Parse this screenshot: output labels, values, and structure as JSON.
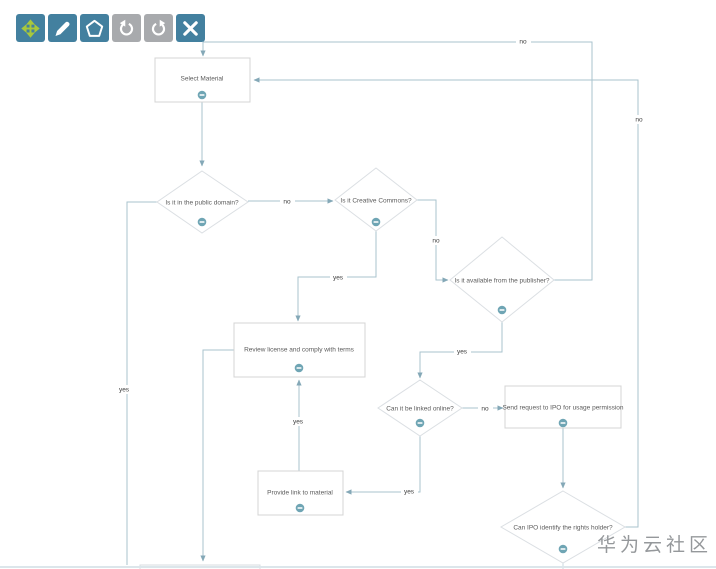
{
  "toolbar": {
    "buttons": [
      {
        "id": "move",
        "icon": "move-arrows-icon",
        "bg": "#43809F",
        "icon_color": "#A9C83B"
      },
      {
        "id": "draw",
        "icon": "pencil-icon",
        "bg": "#43809F",
        "icon_color": "#FFFFFF"
      },
      {
        "id": "shape",
        "icon": "pentagon-icon",
        "bg": "#43809F",
        "icon_color": "#FFFFFF"
      },
      {
        "id": "undo",
        "icon": "undo-icon",
        "bg": "#A8AAAD",
        "icon_color": "#FFFFFF"
      },
      {
        "id": "redo",
        "icon": "redo-icon",
        "bg": "#A8AAAD",
        "icon_color": "#FFFFFF"
      },
      {
        "id": "close",
        "icon": "close-icon",
        "bg": "#43809F",
        "icon_color": "#FFFFFF"
      }
    ]
  },
  "flowchart": {
    "nodes": [
      {
        "id": "select-material",
        "type": "rect",
        "label": "Select Material"
      },
      {
        "id": "public-domain",
        "type": "diamond",
        "label": "Is it in the public domain?"
      },
      {
        "id": "creative-commons",
        "type": "diamond",
        "label": "Is it Creative Commons?"
      },
      {
        "id": "available-publisher",
        "type": "diamond",
        "label": "Is it available from the publisher?"
      },
      {
        "id": "review-license",
        "type": "rect",
        "label": "Review license and comply with terms"
      },
      {
        "id": "linked-online",
        "type": "diamond",
        "label": "Can it be linked online?"
      },
      {
        "id": "send-request",
        "type": "rect",
        "label": "Send request to IPO for usage permission"
      },
      {
        "id": "provide-link",
        "type": "rect",
        "label": "Provide link to material"
      },
      {
        "id": "ipo-identify",
        "type": "diamond",
        "label": "Can IPO identify the rights holder?"
      }
    ],
    "edges": [
      {
        "from": "select-material",
        "to": "public-domain",
        "label": ""
      },
      {
        "from": "public-domain",
        "to": "creative-commons",
        "label": "no"
      },
      {
        "from": "public-domain",
        "to": "offscreen-bottom",
        "label": "yes"
      },
      {
        "from": "creative-commons",
        "to": "available-publisher",
        "label": "no"
      },
      {
        "from": "creative-commons",
        "to": "review-license",
        "label": "yes"
      },
      {
        "from": "available-publisher",
        "to": "select-material",
        "label": "no"
      },
      {
        "from": "available-publisher",
        "to": "linked-online",
        "label": "yes"
      },
      {
        "from": "linked-online",
        "to": "send-request",
        "label": "no"
      },
      {
        "from": "linked-online",
        "to": "provide-link",
        "label": "yes"
      },
      {
        "from": "provide-link",
        "to": "review-license",
        "label": "yes"
      },
      {
        "from": "send-request",
        "to": "ipo-identify",
        "label": ""
      },
      {
        "from": "ipo-identify",
        "to": "select-material",
        "label": "no"
      },
      {
        "from": "review-license",
        "to": "offscreen-bottom",
        "label": ""
      }
    ],
    "badge": {
      "symbol": "minus",
      "color": "#6FA5B4"
    }
  },
  "watermark": "华为云社区",
  "colors": {
    "edge": "#A9C3CE",
    "node_border": "#D4D4D4",
    "diamond_border": "#DBDFE3",
    "button_blue": "#43809F",
    "button_gray": "#A8AAAD",
    "icon_green": "#A9C83B",
    "badge": "#6FA5B4"
  }
}
